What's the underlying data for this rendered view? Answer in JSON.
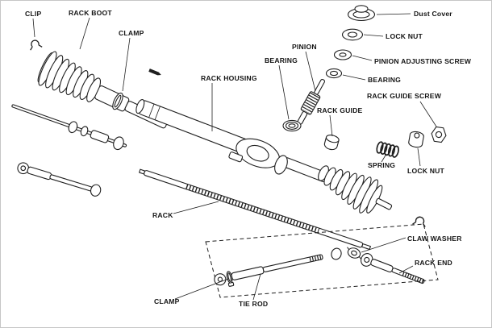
{
  "labels": {
    "clip": "CLIP",
    "rack_boot": "RACK BOOT",
    "clamp_top": "CLAMP",
    "rack_housing": "RACK HOUSING",
    "bearing_left": "BEARING",
    "pinion": "PINION",
    "dust_cover": "Dust Cover",
    "lock_nut_top": "LOCK NUT",
    "pinion_adjusting_screw": "PINION ADJUSTING SCREW",
    "bearing_right": "BEARING",
    "rack_guide_screw": "RACK GUIDE SCREW",
    "rack_guide": "RACK GUIDE",
    "spring": "SPRING",
    "lock_nut_right": "LOCK NUT",
    "rack": "RACK",
    "claw_washer": "CLAW WASHER",
    "rack_end": "RACK END",
    "clamp_bottom": "CLAMP",
    "tie_rod": "TIE ROD"
  },
  "colors": {
    "ink": "#1f1f1f",
    "background": "#ffffff"
  }
}
